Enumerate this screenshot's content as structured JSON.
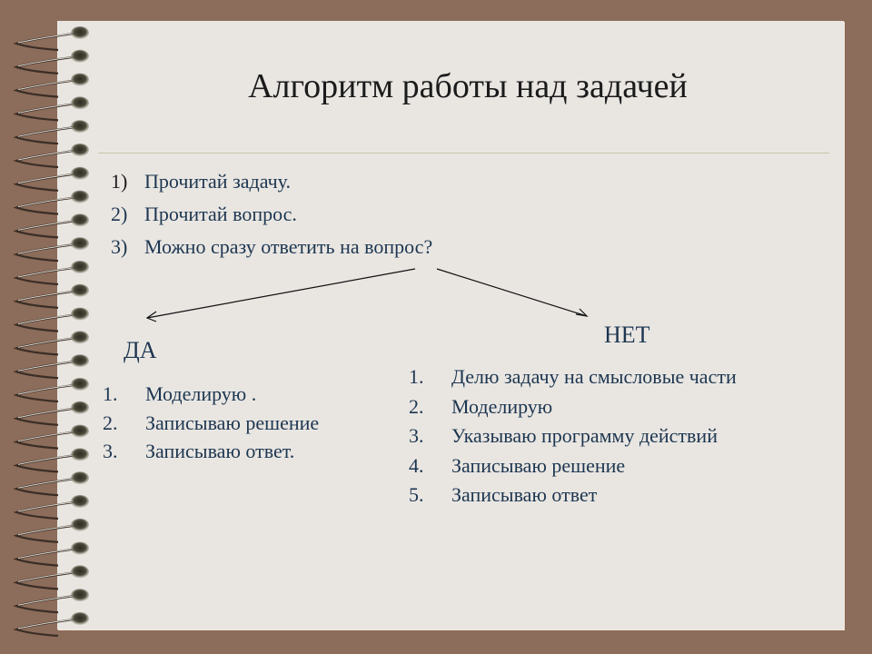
{
  "slide": {
    "title": "Алгоритм работы над задачей",
    "steps": [
      {
        "num": "1)",
        "text": "Прочитай задачу."
      },
      {
        "num": "2)",
        "text": "Прочитай вопрос."
      },
      {
        "num": "3)",
        "text": "Можно сразу ответить на вопрос?"
      }
    ],
    "yes": {
      "label": "ДА",
      "items": [
        {
          "num": "1.",
          "text": "Моделирую ."
        },
        {
          "num": "2.",
          "text": "Записываю решение"
        },
        {
          "num": "3.",
          "text": "Записываю ответ."
        }
      ]
    },
    "no": {
      "label": "НЕТ",
      "items": [
        {
          "num": "1.",
          "text": "Делю задачу на смысловые части"
        },
        {
          "num": "2.",
          "text": "Моделирую"
        },
        {
          "num": "3.",
          "text": "Указываю программу действий"
        },
        {
          "num": "4.",
          "text": "Записываю решение"
        },
        {
          "num": "5.",
          "text": "Записываю ответ"
        }
      ]
    }
  },
  "colors": {
    "frame": "#8c6c5a",
    "paper": "#e9e6e2",
    "text": "#1d3650",
    "rule": "#c9c3a7"
  }
}
